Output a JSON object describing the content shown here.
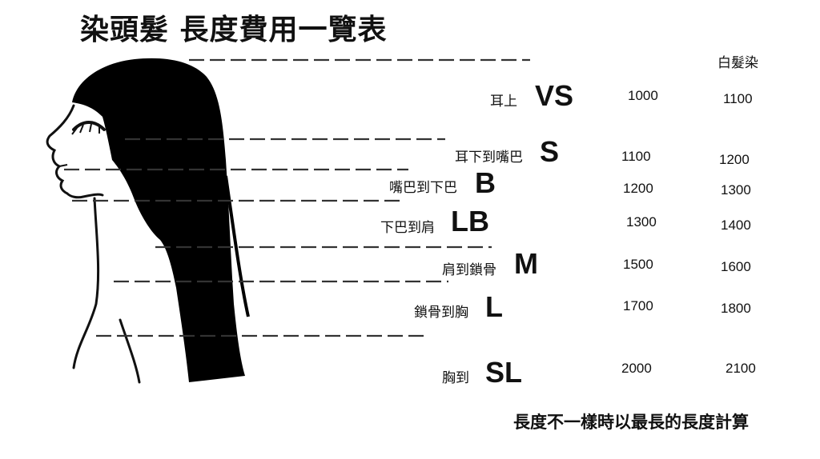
{
  "title": "染頭髮 長度費用一覽表",
  "column_header": "白髮染",
  "rows": [
    {
      "range": "耳上",
      "code": "VS",
      "price": "1000",
      "white_hair_price": "1100"
    },
    {
      "range": "耳下到嘴巴",
      "code": "S",
      "price": "1100",
      "white_hair_price": "1200"
    },
    {
      "range": "嘴巴到下巴",
      "code": "B",
      "price": "1200",
      "white_hair_price": "1300"
    },
    {
      "range": "下巴到肩",
      "code": "LB",
      "price": "1300",
      "white_hair_price": "1400"
    },
    {
      "range": "肩到鎖骨",
      "code": "M",
      "price": "1500",
      "white_hair_price": "1600"
    },
    {
      "range": "鎖骨到胸",
      "code": "L",
      "price": "1700",
      "white_hair_price": "1800"
    },
    {
      "range": "胸到",
      "code": "SL",
      "price": "2000",
      "white_hair_price": "2100"
    }
  ],
  "note": "長度不一樣時以最長的長度計算",
  "colors": {
    "text": "#111111",
    "hair": "#000000",
    "background": "#ffffff"
  }
}
